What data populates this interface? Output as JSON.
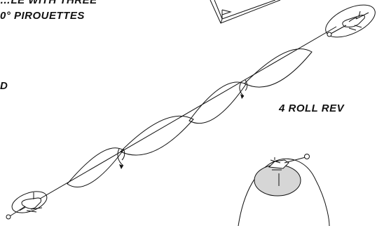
{
  "figure": {
    "text_top_line1": "…LE WITH THREE",
    "text_top_line2": "0° PIROUETTES",
    "text_left_fragment": "D",
    "text_right": "4   ROLL REV",
    "colors": {
      "ink": "#111111",
      "disc_fill": "#d6d6d6",
      "background": "#ffffff"
    },
    "icons": [
      "helicopter-icon",
      "flag-icon",
      "rotation-arrow-icon"
    ]
  }
}
